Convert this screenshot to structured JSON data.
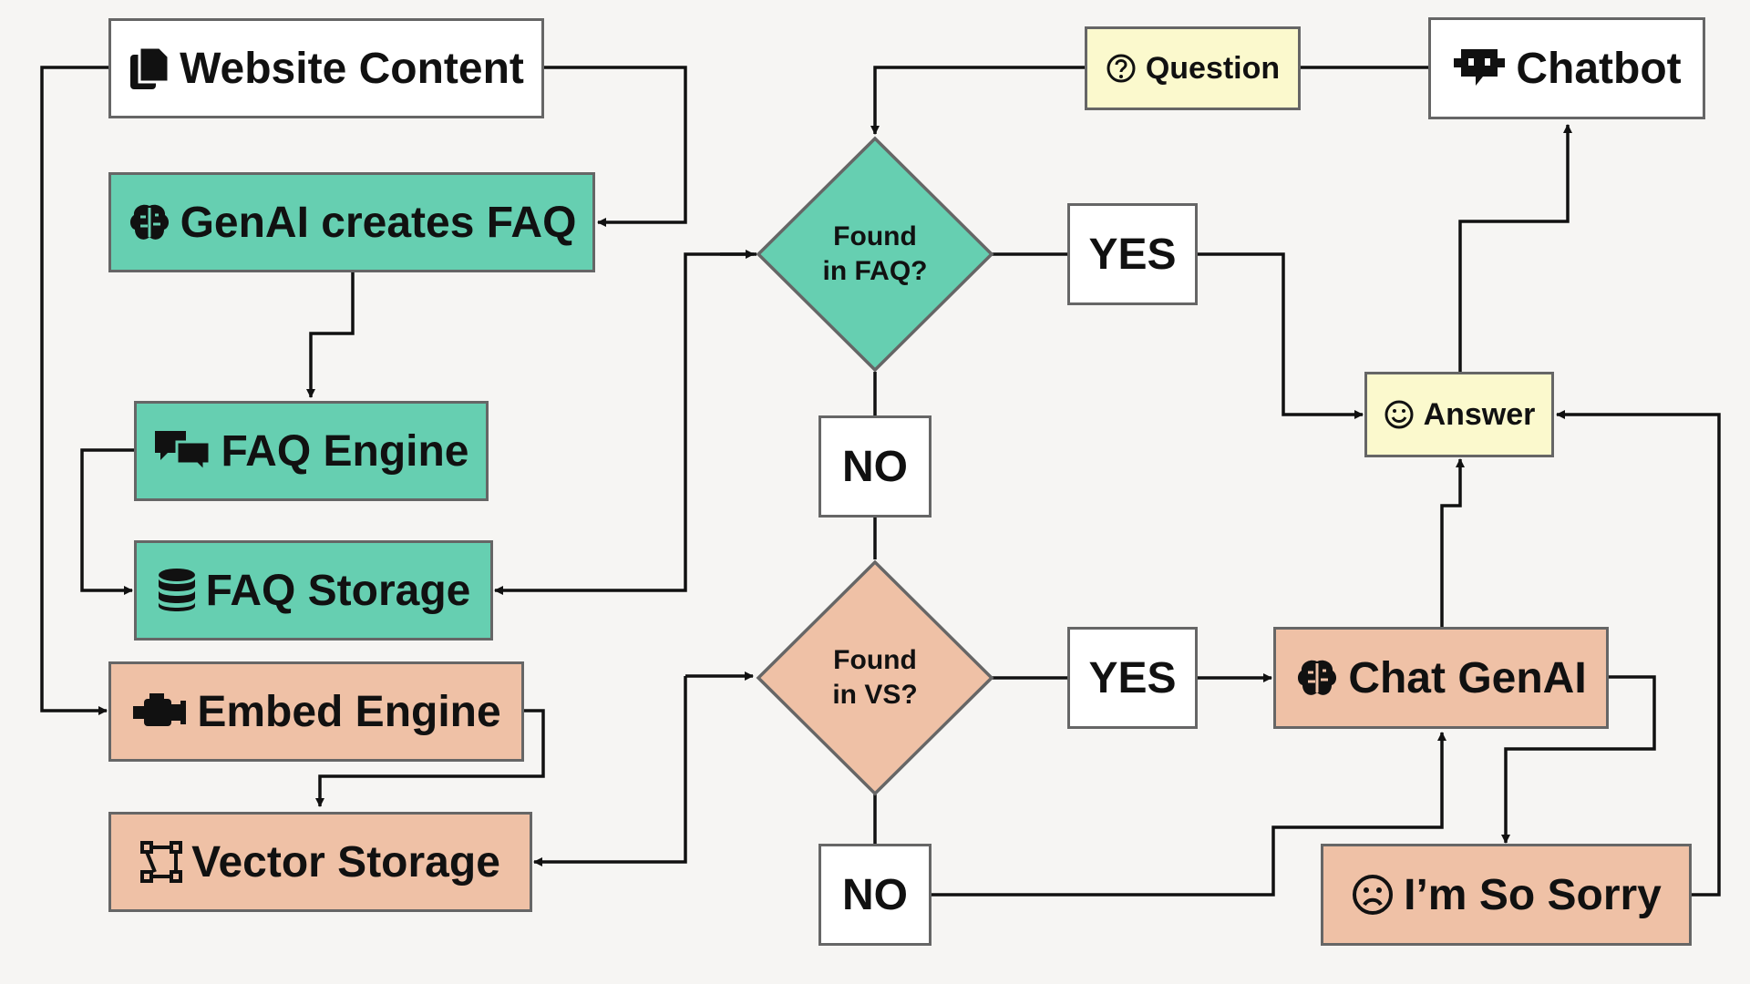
{
  "nodes": {
    "website_content": "Website Content",
    "genai_creates_faq": "GenAI creates FAQ",
    "faq_engine": "FAQ Engine",
    "faq_storage": "FAQ Storage",
    "embed_engine": "Embed Engine",
    "vector_storage": "Vector Storage",
    "question": "Question",
    "chatbot": "Chatbot",
    "found_in_faq_line1": "Found",
    "found_in_faq_line2": "in FAQ?",
    "found_in_vs_line1": "Found",
    "found_in_vs_line2": "in VS?",
    "yes_faq": "YES",
    "no_faq": "NO",
    "yes_vs": "YES",
    "no_vs": "NO",
    "answer": "Answer",
    "chat_genai": "Chat GenAI",
    "im_so_sorry": "I’m So Sorry"
  },
  "icons": {
    "website_content": "documents-icon",
    "genai_creates_faq": "brain-icon",
    "faq_engine": "chat-bubbles-icon",
    "faq_storage": "database-icon",
    "embed_engine": "engine-icon",
    "vector_storage": "vector-shape-icon",
    "question": "question-circle-icon",
    "chatbot": "robot-chat-icon",
    "answer": "smiley-icon",
    "chat_genai": "brain-icon",
    "im_so_sorry": "sad-face-icon"
  },
  "colors": {
    "green": "#66cfb1",
    "peach": "#efc1a6",
    "yellow": "#fbf9cd",
    "white": "#ffffff",
    "border": "#666666",
    "line": "#111111",
    "background": "#f6f5f3"
  }
}
